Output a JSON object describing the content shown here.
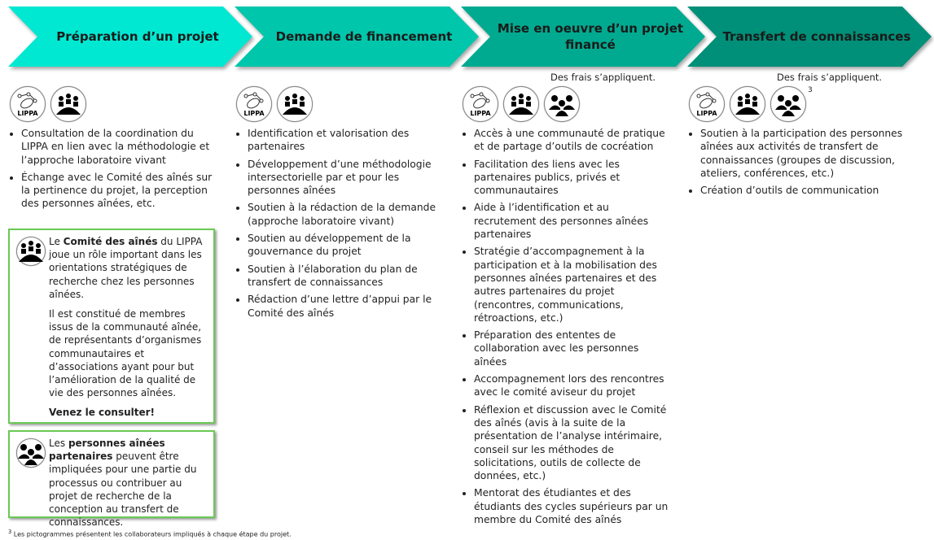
{
  "stages": [
    {
      "title": "Préparation d’un projet",
      "color": "#00e8d2",
      "fees": "",
      "items": [
        "Consultation de la coordination du LIPPA en lien avec la méthodologie et l’approche laboratoire vivant",
        "Échange avec le Comité des aînés sur la pertinence du projet, la perception des personnes aînées, etc."
      ]
    },
    {
      "title": "Demande de financement",
      "color": "#00c6ab",
      "fees": "",
      "items": [
        "Identification et valorisation des partenaires",
        "Développement d’une méthodologie intersectorielle par et pour les personnes aînées",
        "Soutien à la rédaction de la demande (approche laboratoire vivant)",
        "Soutien au développement de la gouvernance du projet",
        "Soutien à l’élaboration du plan de transfert de connaissances",
        "Rédaction d’une lettre d’appui par le Comité des aînés"
      ]
    },
    {
      "title": "Mise en oeuvre d’un projet financé",
      "color": "#00aa90",
      "fees": "Des frais s’appliquent.",
      "items": [
        "Accès à une communauté de pratique et de partage d’outils de cocréation",
        "Facilitation des liens avec les partenaires publics, privés et communautaires",
        "Aide à l’identification et au recrutement des personnes aînées partenaires",
        "Stratégie d’accompagnement à la participation et à la mobilisation des personnes aînées partenaires et des autres partenaires du projet (rencontres, communications, rétroactions, etc.)",
        "Préparation des ententes de collaboration avec les personnes aînées",
        "Accompagnement lors des rencontres avec le comité aviseur du projet",
        "Réflexion et discussion avec le Comité des aînés (avis à la suite de la présentation de l’analyse intérimaire, conseil sur les méthodes de solicitations, outils de collecte de données, etc.)",
        "Mentorat des étudiantes et des étudiants des cycles supérieurs par un membre du Comité des aînés"
      ]
    },
    {
      "title": "Transfert de connaissances",
      "color": "#008f78",
      "fees": "Des frais s’appliquent.",
      "items": [
        "Soutien à la participation des personnes aînées aux activités de transfert de connaissances (groupes de discussion, ateliers, conférences, etc.)",
        "Création d’outils de communication"
      ]
    }
  ],
  "logo_text": "LIPPA",
  "footnote_mark": "3",
  "box1": {
    "pre": "Le ",
    "bold": "Comité des aînés",
    "post": " du LIPPA joue un rôle important dans les orientations stratégiques de recherche chez les personnes aînées.",
    "p2": "Il est constitué de membres issus de la communauté aînée, de représentants d’organismes communautaires et d’associations ayant pour but l’amélioration de la qualité de vie des personnes aînées.",
    "cta": "Venez le consulter!"
  },
  "box2": {
    "pre": "Les ",
    "bold": "personnes aînées partenaires",
    "post": " peuvent être impliquées pour une partie du processus ou contribuer au projet de recherche de la conception au transfert de connaissances."
  },
  "footnote": "Les pictogrammes présentent les collaborateurs impliqués à chaque étape du projet."
}
